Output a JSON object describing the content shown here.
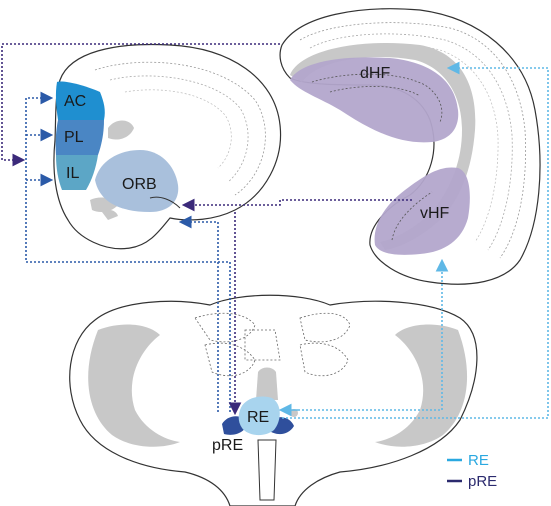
{
  "regions": {
    "ac": "AC",
    "pl": "PL",
    "il": "IL",
    "orb": "ORB",
    "dhf": "dHF",
    "vhf": "vHF",
    "re": "RE",
    "pre": "pRE"
  },
  "legend": [
    {
      "label": "RE",
      "color": "#2aa8e0"
    },
    {
      "label": "pRE",
      "color": "#2b2a6e"
    }
  ],
  "colors": {
    "ac": "#1f8fd0",
    "pl": "#4a86c4",
    "il": "#5ca6c6",
    "orb": "#a9c0dc",
    "hf": "#b3a6cc",
    "re_nucleus": "#a8d4ee",
    "pre_nucleus": "#2f4f9c",
    "gray_matter": "#c8c8c8"
  }
}
